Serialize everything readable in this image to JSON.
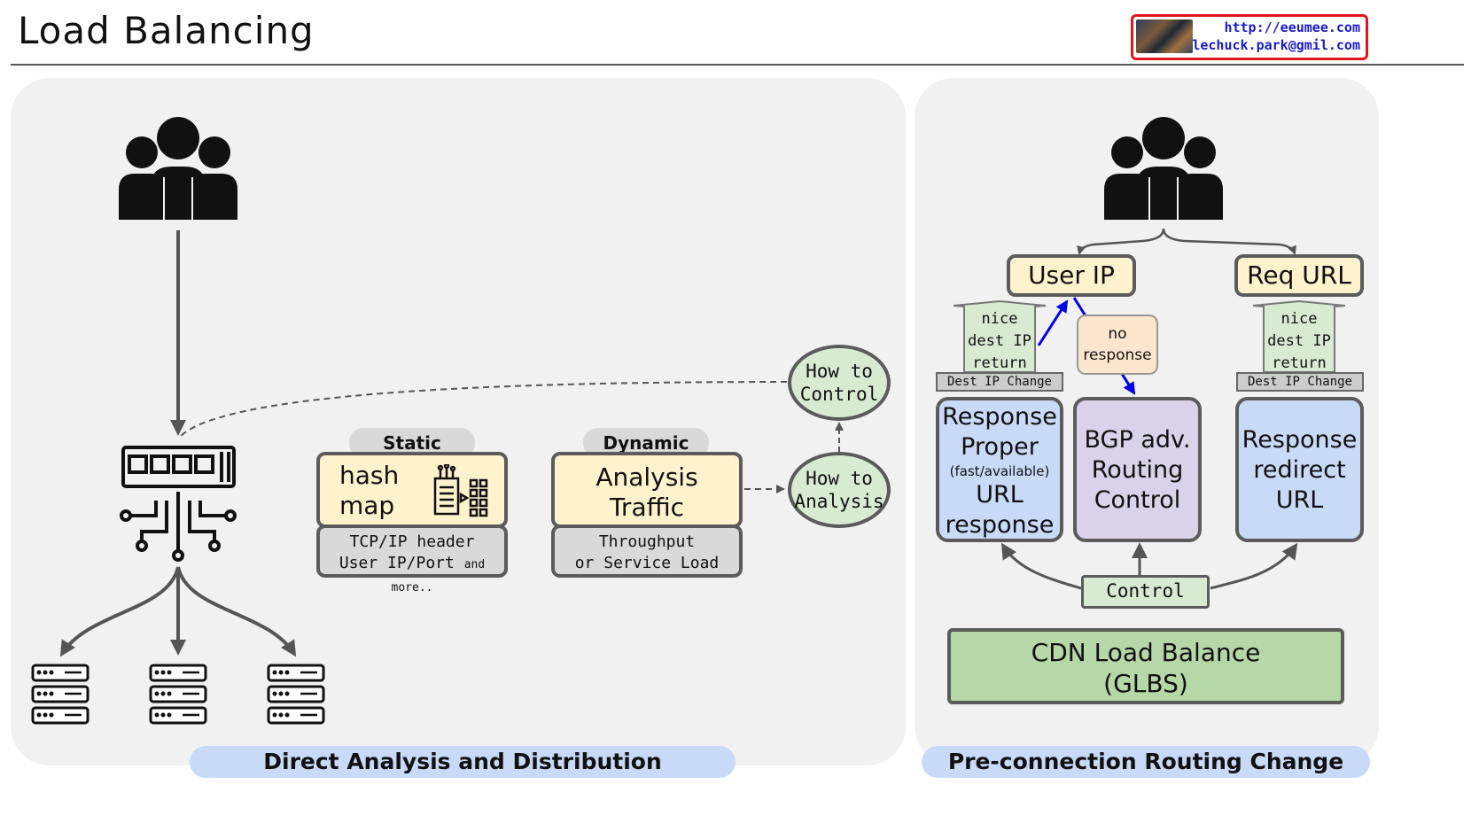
{
  "header": {
    "title": "Load Balancing",
    "contact_url": "http://eeumee.com",
    "contact_email": "lechuck.park@gmil.com"
  },
  "left_panel": {
    "label": "Direct Analysis and Distribution",
    "static": {
      "pill": "Static",
      "main": "hash\nmap",
      "detail_line1": "TCP/IP header",
      "detail_line2": "User IP/Port",
      "detail_small": "and more.."
    },
    "dynamic": {
      "pill": "Dynamic",
      "main": "Analysis\nTraffic",
      "detail": "Throughput\nor Service Load"
    },
    "how_to_control": "How to\nControl",
    "how_to_analysis": "How to\nAnalysis"
  },
  "right_panel": {
    "label": "Pre-connection Routing Change",
    "user_ip": "User IP",
    "req_url": "Req URL",
    "nice_left": "nice\ndest IP\nreturn",
    "nice_right": "nice\ndest IP\nreturn",
    "tag_left": "Dest IP Change",
    "tag_right": "Dest IP Change",
    "no_response": "no\nresponse",
    "resp_proper": {
      "line1": "Response\nProper",
      "small": "(fast/available)",
      "line2": "URL\nresponse"
    },
    "bgp": "BGP adv.\nRouting\nControl",
    "redirect": "Response\nredirect\nURL",
    "control": "Control",
    "cdn": "CDN Load Balance\n(GLBS)"
  },
  "icons": [
    "users-icon",
    "network-switch-icon",
    "server-icon",
    "document-grid-icon"
  ],
  "colors": {
    "panel_bg": "#f1f1f1",
    "label_blue": "#c9daf8",
    "box_yellow": "#fff2cc",
    "box_purple": "#d9d2e9",
    "box_green": "#b6d7a8",
    "box_light_green": "#d9ead3",
    "box_peach": "#fce5cd",
    "arrow_blue": "#0000ee",
    "contact_border": "#e3141b"
  }
}
